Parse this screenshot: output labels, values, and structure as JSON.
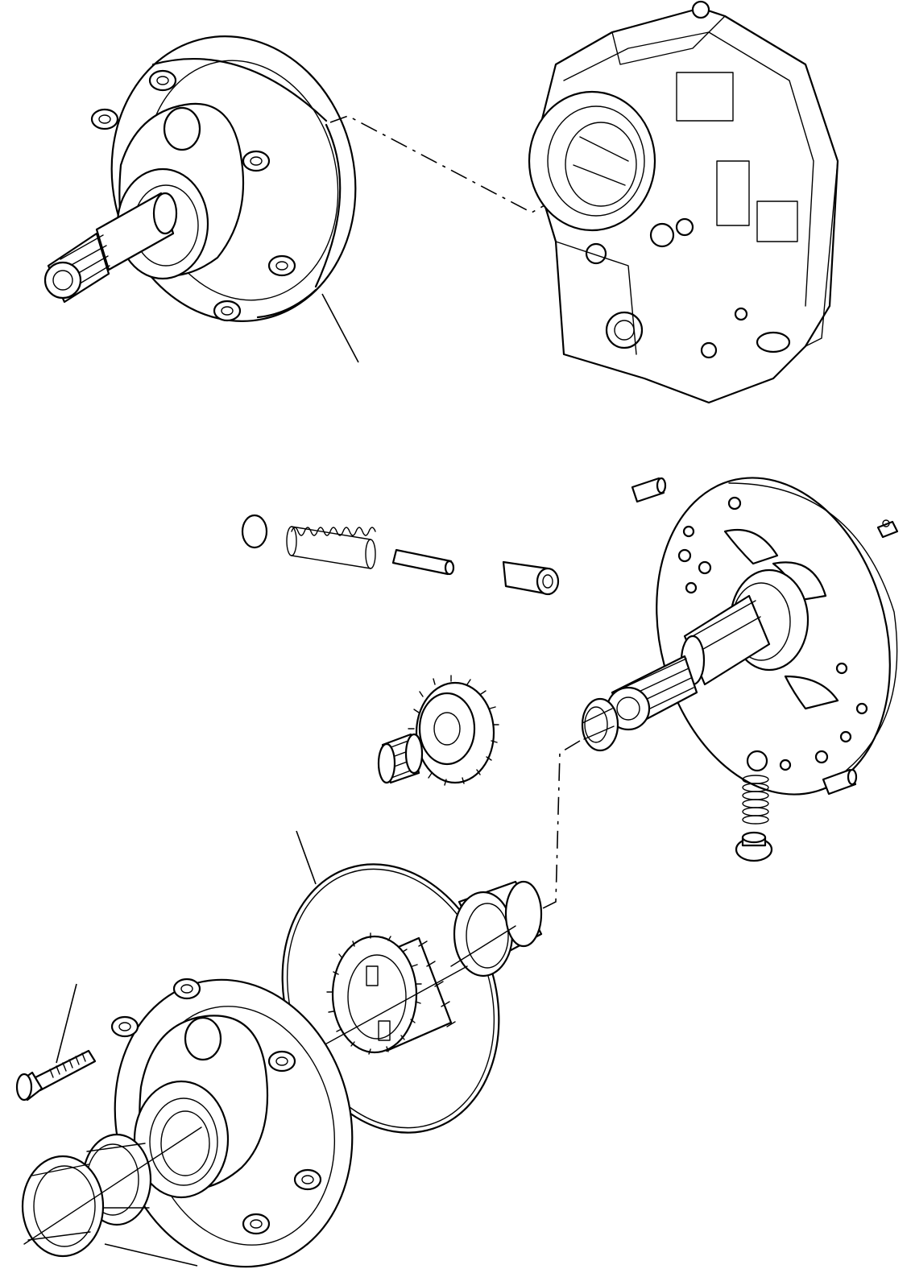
{
  "drawing": {
    "background": "#ffffff",
    "line_color": "#000000",
    "parts": [
      "pump-assembly",
      "transmission-housing",
      "pressure-relief-valve-parts",
      "pump-plate-with-shaft",
      "idler-gear",
      "needle-bearing",
      "ring",
      "dowel-pin",
      "screw",
      "ball-spring-plug",
      "o-ring",
      "bushing",
      "internal-gear",
      "pump-housing",
      "bolt",
      "seals"
    ]
  }
}
